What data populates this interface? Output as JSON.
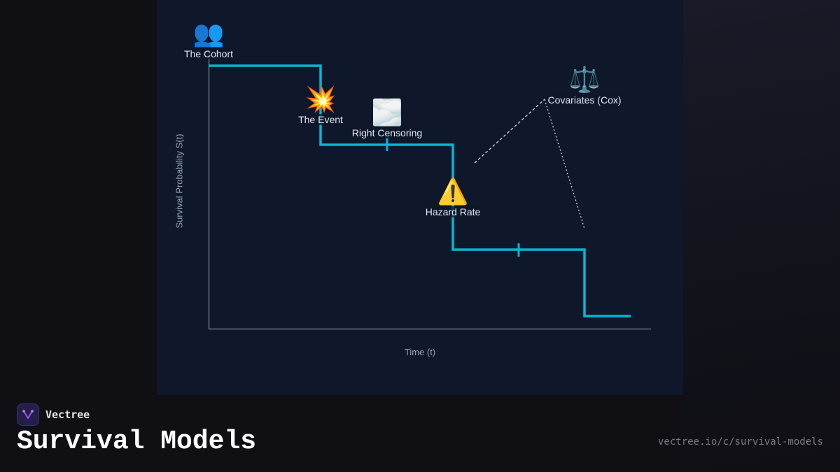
{
  "diagram": {
    "axes": {
      "y_label": "Survival Probability S(t)",
      "x_label": "Time (t)"
    },
    "nodes": [
      {
        "icon": "busts-in-silhouette-icon",
        "emoji": "👥",
        "label": "The Cohort"
      },
      {
        "icon": "collision-icon",
        "emoji": "💥",
        "label": "The Event"
      },
      {
        "icon": "fog-icon",
        "emoji": "🌫️",
        "label": "Right Censoring"
      },
      {
        "icon": "warning-icon",
        "emoji": "⚠️",
        "label": "Hazard Rate"
      },
      {
        "icon": "balance-scale-icon",
        "emoji": "⚖️",
        "label": "Covariates (Cox)"
      }
    ],
    "colors": {
      "curve": "#06b6d4",
      "axis": "#64748b",
      "panel": "#0f172a"
    }
  },
  "footer": {
    "brand": "Vectree",
    "title": "Survival Models",
    "url": "vectree.io/c/survival-models",
    "logo_color": "#a855f7"
  }
}
